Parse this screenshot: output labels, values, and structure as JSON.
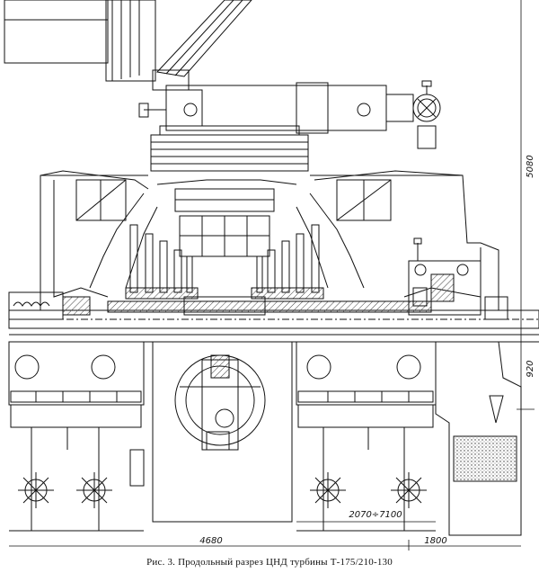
{
  "figure": {
    "caption": "Рис. 3. Продольный разрез ЦНД турбины Т-175/210-130"
  },
  "dimensions": {
    "height_total": "5080",
    "height_lower": "920",
    "length_main": "4680",
    "length_right": "1800",
    "span_inner": "2070÷7100"
  },
  "colors": {
    "ink": "#111111",
    "hatch": "#444444",
    "paper": "#ffffff"
  }
}
